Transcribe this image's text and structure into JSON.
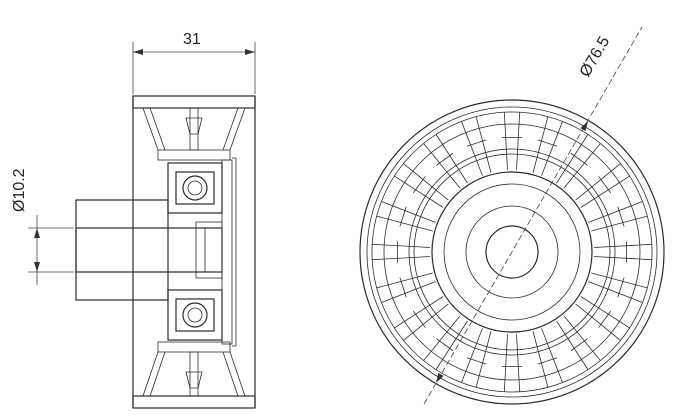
{
  "drawing": {
    "width_label": "31",
    "bore_label": "Ø10.2",
    "outer_label": "Ø76.5"
  },
  "colors": {
    "line": "#2b2b2b",
    "hatch": "#555555",
    "background": "#ffffff"
  }
}
